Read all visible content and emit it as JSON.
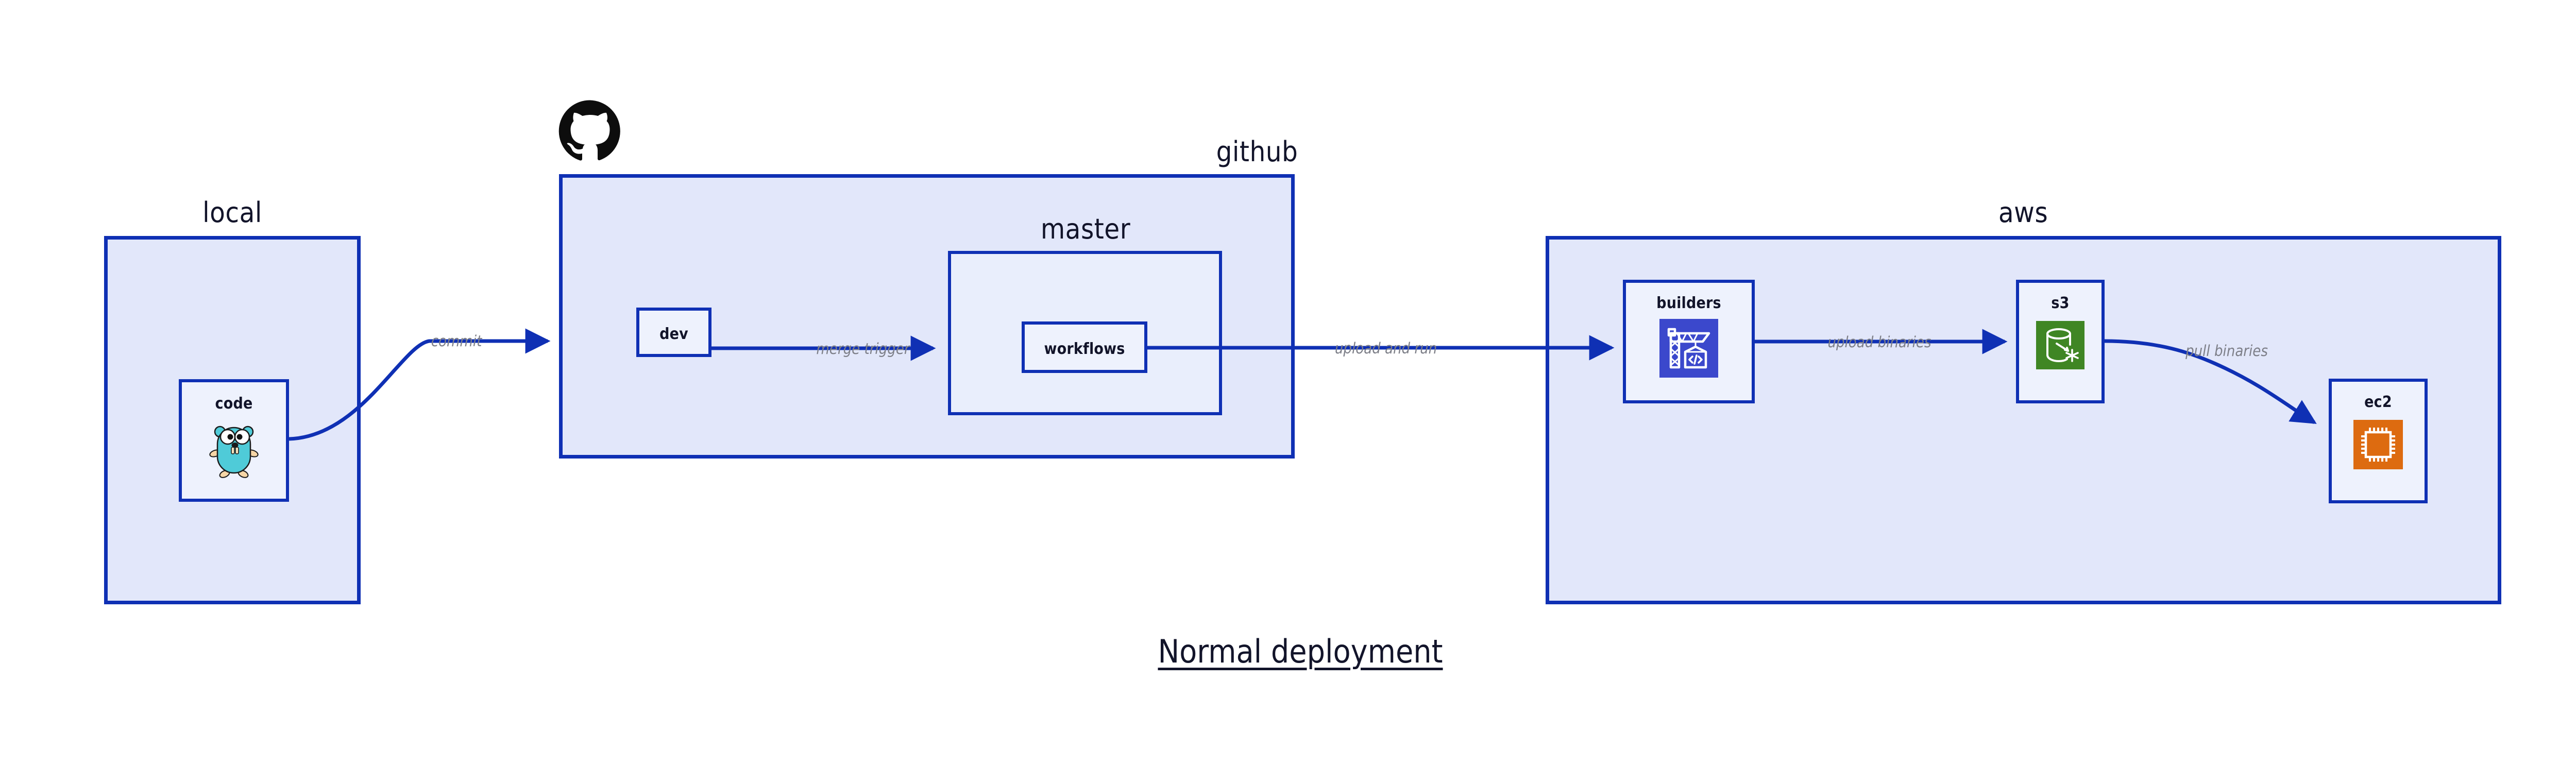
{
  "diagram": {
    "title": "Normal deployment",
    "accent_border": "#0f30b4",
    "group_fill": "#e2e7fa",
    "node_fill": "#eef2fd",
    "label_color": "#12142a",
    "edge_label_color": "#7d7f88"
  },
  "groups": [
    {
      "id": "local",
      "label": "local"
    },
    {
      "id": "github",
      "label": "github"
    },
    {
      "id": "aws",
      "label": "aws"
    }
  ],
  "subgroups": [
    {
      "id": "master",
      "label": "master"
    }
  ],
  "nodes": [
    {
      "id": "code",
      "label": "code",
      "icon": "go-gopher-icon",
      "icon_color": "#4fcbd8"
    },
    {
      "id": "dev",
      "label": "dev",
      "icon": "none",
      "icon_color": ""
    },
    {
      "id": "workflows",
      "label": "workflows",
      "icon": "none",
      "icon_color": ""
    },
    {
      "id": "builders",
      "label": "builders",
      "icon": "aws-codebuild-icon",
      "icon_color": "#3b48cc"
    },
    {
      "id": "s3",
      "label": "s3",
      "icon": "aws-s3-icon",
      "icon_color": "#3f8624"
    },
    {
      "id": "ec2",
      "label": "ec2",
      "icon": "aws-ec2-icon",
      "icon_color": "#dd6b10"
    }
  ],
  "edges": [
    {
      "id": "commit",
      "label": "commit",
      "from": "code",
      "to": "dev"
    },
    {
      "id": "merge-trigger",
      "label": "merge trigger",
      "from": "dev",
      "to": "workflows"
    },
    {
      "id": "upload-and-run",
      "label": "upload and run",
      "from": "workflows",
      "to": "builders"
    },
    {
      "id": "upload-binaries",
      "label": "upload binaries",
      "from": "builders",
      "to": "s3"
    },
    {
      "id": "pull-binaries",
      "label": "pull binaries",
      "from": "s3",
      "to": "ec2"
    }
  ],
  "logos": [
    {
      "id": "github-logo",
      "name": "github-octocat-logo",
      "color": "#0d0d0d"
    }
  ]
}
